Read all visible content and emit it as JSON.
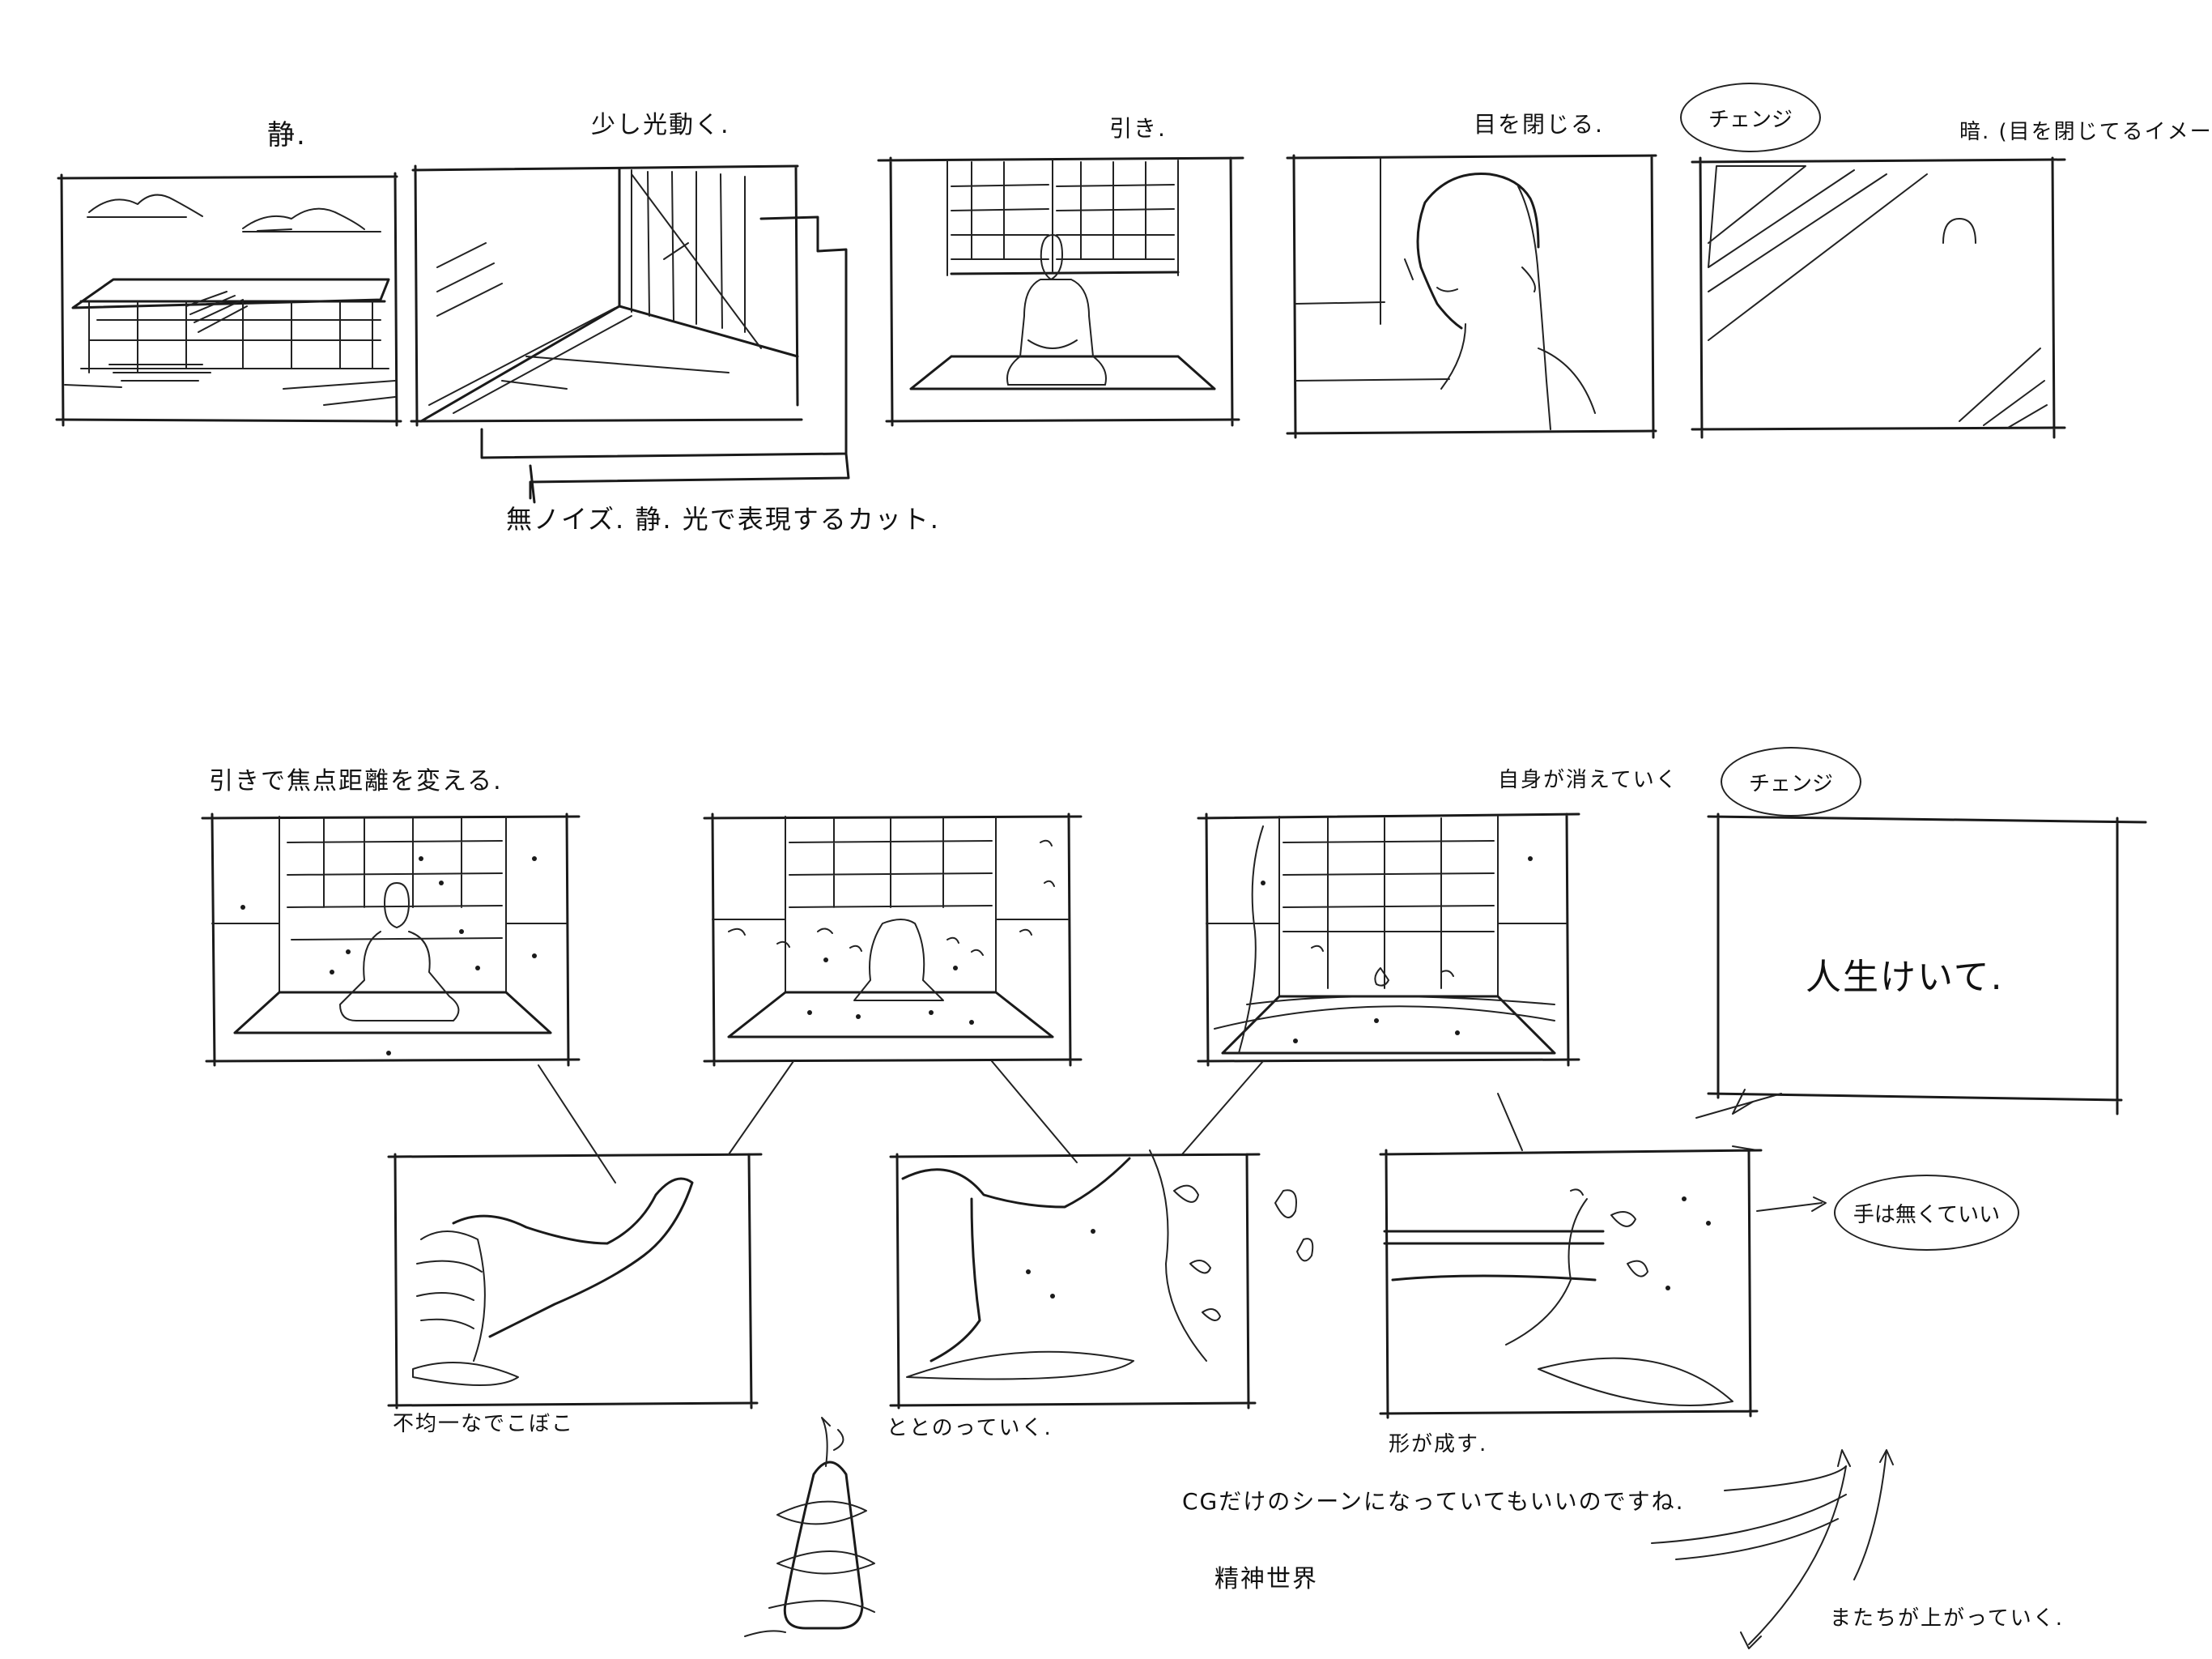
{
  "row1": {
    "captions": [
      "静.",
      "少し光動く.",
      "引き.",
      "目を閉じる.",
      "暗. (目を閉じてるイメージ)"
    ],
    "change_label": "チェンジ",
    "note": "無ノイズ. 静. 光で表現するカット."
  },
  "row2": {
    "captions": [
      "引きで焦点距離を変える.",
      "自身が消えていく"
    ],
    "change_label": "チェンジ",
    "title_card_text": "人生けいて.",
    "detail_captions": [
      "不均一なでこぼこ",
      "ととのっていく.",
      "形が成す."
    ],
    "hand_note": "手は無くていい"
  },
  "bottom_notes": {
    "cg_note": "CGだけのシーンになっていてもいいのですね.",
    "spirit_world": "精神世界",
    "rising_note": "またちが上がっていく."
  }
}
